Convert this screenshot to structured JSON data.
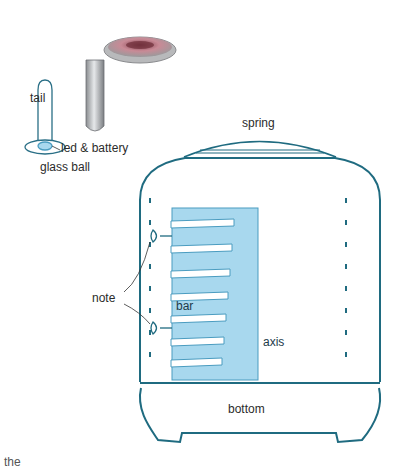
{
  "diagram": {
    "labels": [
      "tail",
      "led & battery",
      "glass ball",
      "spring",
      "note",
      "bar",
      "axis",
      "bottom",
      "the"
    ]
  }
}
